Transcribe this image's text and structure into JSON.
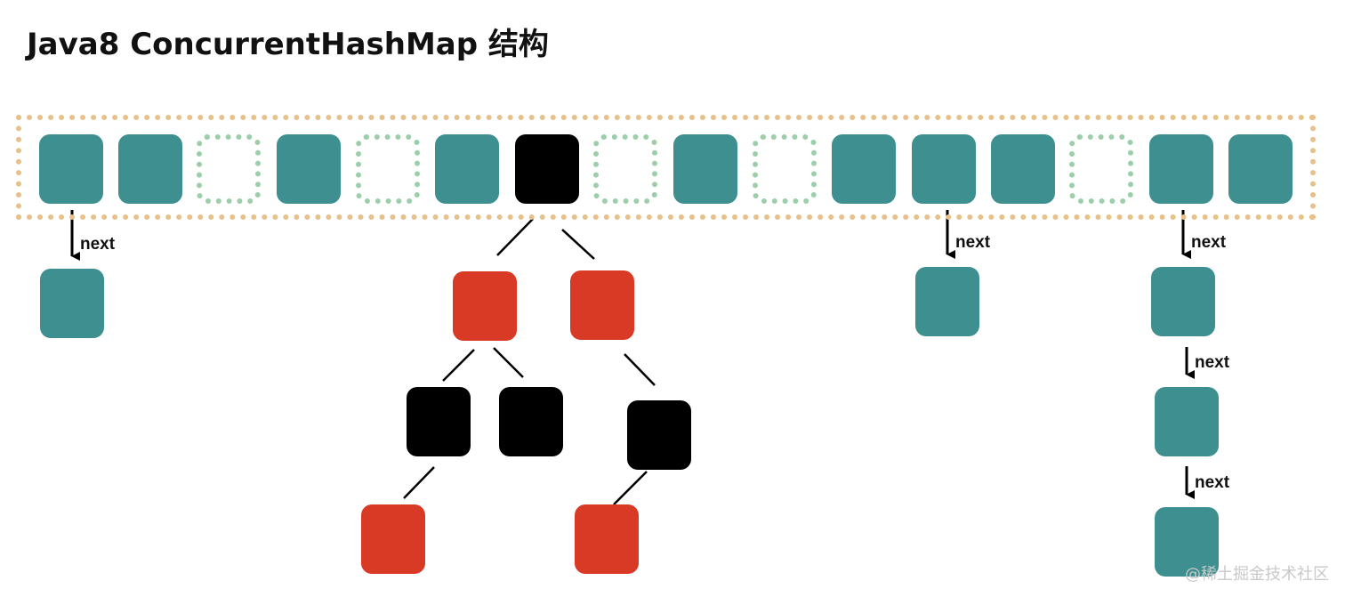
{
  "title": "Java8 ConcurrentHashMap 结构",
  "labels": {
    "next": "next"
  },
  "watermark": "@稀土掘金技术社区",
  "colors": {
    "bucket": "#3e8f90",
    "black_node": "#000000",
    "red_node": "#d93a26",
    "empty_border": "#9ccfa9",
    "array_border": "#e8c08a"
  },
  "table": {
    "slots": [
      "filled",
      "filled",
      "empty",
      "filled",
      "empty",
      "filled",
      "tree-root",
      "empty",
      "filled",
      "empty",
      "filled",
      "filled",
      "filled",
      "empty",
      "filled",
      "filled"
    ]
  }
}
